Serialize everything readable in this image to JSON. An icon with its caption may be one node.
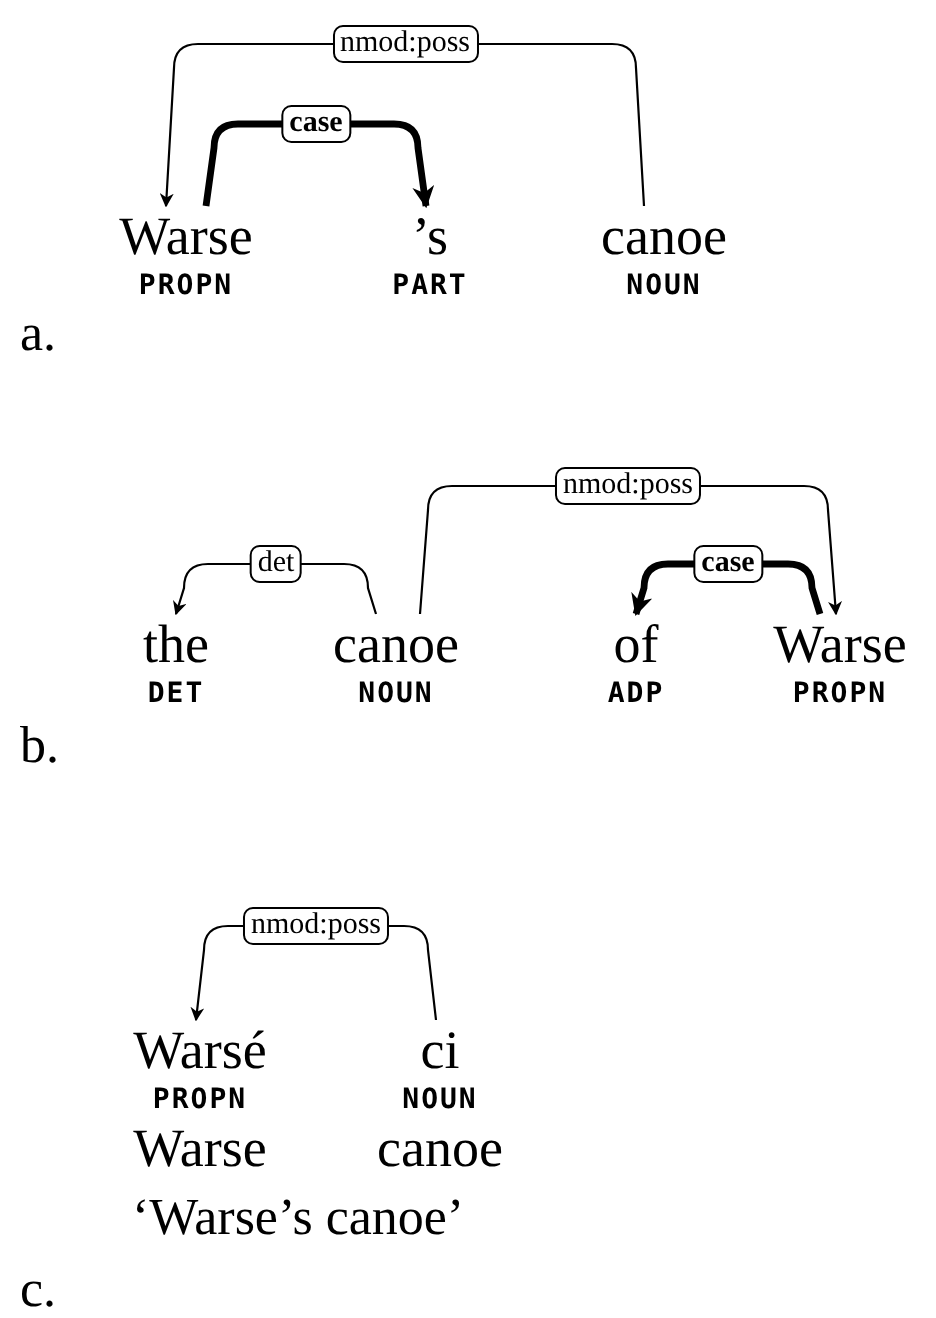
{
  "diagram": {
    "nodes": [
      {
        "text": [
          "Warse",
          "PROPN"
        ]
      },
      {
        "text": [
          "’s",
          "PART"
        ]
      },
      {
        "text": [
          "canoe",
          "NOUN"
        ]
      },
      {
        "text": [
          "the",
          "DET"
        ]
      },
      {
        "text": [
          "canoe",
          "NOUN"
        ]
      },
      {
        "text": [
          "of",
          "ADP"
        ]
      },
      {
        "text": [
          "Warse",
          "PROPN"
        ]
      },
      {
        "text": [
          "Warsé",
          "PROPN",
          "Warse"
        ]
      },
      {
        "text": [
          "ci",
          "NOUN",
          "canoe"
        ]
      }
    ],
    "edges": [
      {
        "from": 2,
        "to": 0,
        "arrow": "to",
        "label": "nmod:poss"
      },
      {
        "from": 0,
        "to": 1,
        "arrow": "to",
        "label": "case",
        "style": "thick"
      },
      {
        "from": 4,
        "to": 3,
        "arrow": "to",
        "label": "det"
      },
      {
        "from": 4,
        "to": 6,
        "arrow": "to",
        "label": "nmod:poss"
      },
      {
        "from": 6,
        "to": 5,
        "arrow": "to",
        "label": "case",
        "style": "thick"
      },
      {
        "from": 8,
        "to": 7,
        "arrow": "to",
        "label": "nmod:poss"
      }
    ],
    "labels": [
      "a.",
      "b.",
      "‘Warse’s canoe’",
      "c."
    ]
  }
}
